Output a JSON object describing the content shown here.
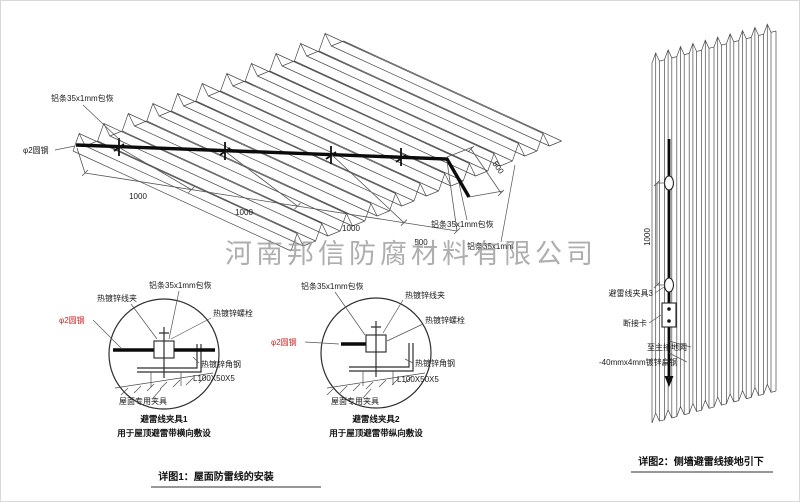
{
  "watermark": "河南邦信防腐材料有限公司",
  "roof": {
    "al_strip": "铝条35x1mm包恢",
    "al_strip_right": "铝条35x1mm包恢",
    "al_strip_plain": "铝条35x1mm",
    "round_steel": "φ2圆钢",
    "dim_1000": "1000",
    "dim_500": "500"
  },
  "detail1": {
    "wire_clamp": "热镀锌线夹",
    "al_strip": "铝条35x1mm包恢",
    "bolt": "热镀锌螺栓",
    "round_steel": "φ2圆钢",
    "angle_steel": "热镀锌角钢",
    "angle_size": "L100X50X5",
    "roof_fixture": "屋面专用夹具",
    "title": "避雷线夹具1",
    "subtitle": "用于屋顶避雷带横向敷设"
  },
  "detail2": {
    "wire_clamp": "热镀锌线夹",
    "al_strip": "铝条35x1mm包恢",
    "bolt": "热镀锌螺栓",
    "round_steel": "φ2圆钢",
    "angle_steel": "热镀锌角钢",
    "angle_size": "L100X50X5",
    "roof_fixture": "屋面专用夹具",
    "title": "避雷线夹具2",
    "subtitle": "用于屋顶避雷带纵向敷设"
  },
  "wall": {
    "dim": "1000",
    "clamp": "避雷线夹具3",
    "disconnect": "断接卡",
    "to_ground": "至主接地网",
    "flat_steel": "-40mmx4mm镀锌扁钢"
  },
  "captions": {
    "detail1": "详图1：屋面防雷线的安装",
    "detail2": "详图2：侧墙避雷线接地引下"
  }
}
